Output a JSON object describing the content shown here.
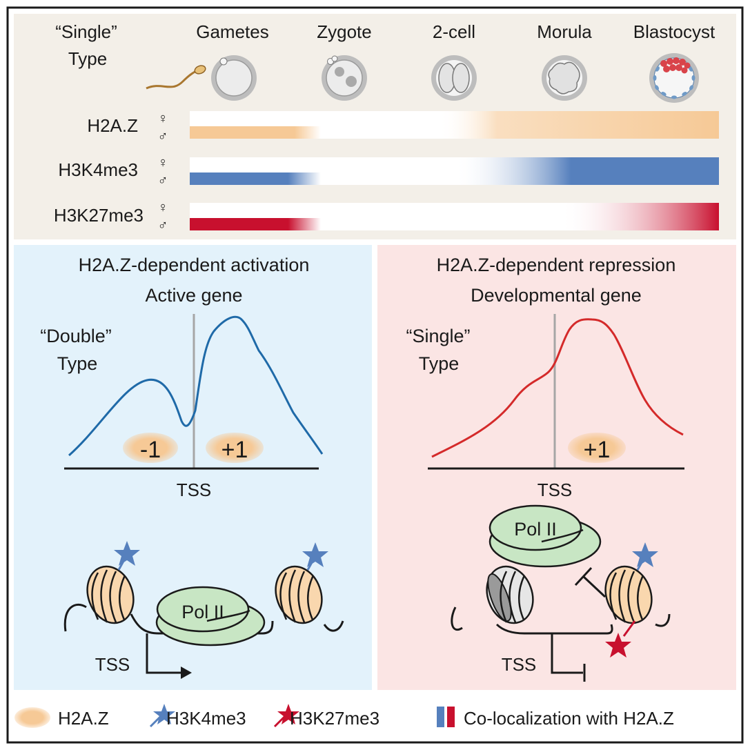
{
  "top_panel": {
    "type_label_1": "“Single”",
    "type_label_2": "Type",
    "stages": [
      "Gametes",
      "Zygote",
      "2-cell",
      "Morula",
      "Blastocyst"
    ],
    "tracks": [
      {
        "name": "H2A.Z",
        "color": "#f6c996"
      },
      {
        "name": "H3K4me3",
        "color": "#5680bd"
      },
      {
        "name": "H3K27me3",
        "color": "#c8102e"
      }
    ],
    "female_symbol": "♀",
    "male_symbol": "♂"
  },
  "left_panel": {
    "title": "H2A.Z-dependent activation",
    "subtitle": "Active gene",
    "type_label_1": "“Double”",
    "type_label_2": "Type",
    "nuc_minus": "-1",
    "nuc_plus": "+1",
    "tss_axis": "TSS",
    "pol_label": "Pol II",
    "tss_promoter": "TSS",
    "curve_color": "#1f6aa8",
    "bg": "#e3f2fb"
  },
  "right_panel": {
    "title": "H2A.Z-dependent repression",
    "subtitle": "Developmental gene",
    "type_label_1": "“Single”",
    "type_label_2": "Type",
    "nuc_plus": "+1",
    "tss_axis": "TSS",
    "pol_label": "Pol II",
    "tss_promoter": "TSS",
    "curve_color": "#d42a2a",
    "bg": "#fbe5e4"
  },
  "legend": {
    "h2az": "H2A.Z",
    "h3k4me3": "H3K4me3",
    "h3k27me3": "H3K27me3",
    "coloc": "Co-localization with H2A.Z"
  }
}
